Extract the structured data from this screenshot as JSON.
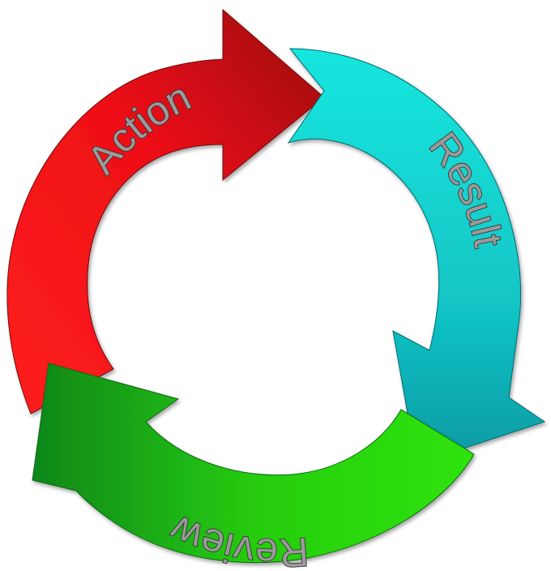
{
  "cycle": {
    "steps": [
      {
        "label": "Action",
        "color_start": "#ff1f1f",
        "color_end": "#a10d12"
      },
      {
        "label": "Result",
        "color_start": "#16e2dc",
        "color_end": "#0c9fa6"
      },
      {
        "label": "Review",
        "color_start": "#2ee80d",
        "color_end": "#138f1a"
      }
    ]
  }
}
